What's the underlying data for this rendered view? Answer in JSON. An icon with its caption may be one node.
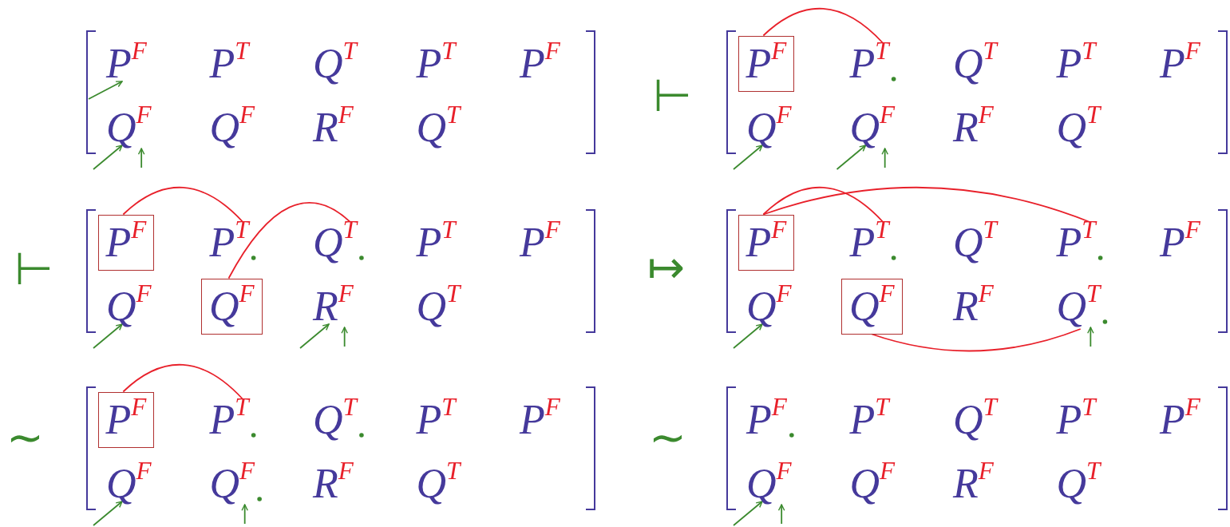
{
  "diagram": {
    "nodes": [
      {
        "text": [],
        "shape": "bracket"
      },
      {
        "text": [
          "P$^{F}$"
        ],
        "in": 0
      },
      {
        "text": [
          "P$^{T}$"
        ],
        "in": 0
      },
      {
        "text": [
          "Q$^{T}$"
        ],
        "in": 0
      },
      {
        "text": [
          "P$^{T}$"
        ],
        "in": 0
      },
      {
        "text": [
          "P$^{F}$"
        ],
        "in": 0
      },
      {
        "text": [
          "Q$^{F}$"
        ],
        "in": 0
      },
      {
        "text": [
          "Q$^{F}$"
        ],
        "in": 0
      },
      {
        "text": [
          "R$^{F}$"
        ],
        "in": 0
      },
      {
        "text": [
          "Q$^{T}$"
        ],
        "in": 0
      },
      {
        "text": [],
        "shape": "bracket"
      },
      {
        "text": [],
        "shape": "box",
        "in": 10
      },
      {
        "text": [
          "P$^{F}$"
        ],
        "in": 11
      },
      {
        "text": [
          "P$^{T}$"
        ],
        "in": 10
      },
      {
        "text": [
          "Q$^{T}$"
        ],
        "in": 10
      },
      {
        "text": [
          "P$^{T}$"
        ],
        "in": 10
      },
      {
        "text": [
          "P$^{F}$"
        ],
        "in": 10
      },
      {
        "text": [
          "Q$^{F}$"
        ],
        "in": 10
      },
      {
        "text": [
          "Q$^{F}$"
        ],
        "in": 10
      },
      {
        "text": [
          "R$^{F}$"
        ],
        "in": 10
      },
      {
        "text": [
          "Q$^{T}$"
        ],
        "in": 10
      },
      {
        "text": [],
        "shape": "bracket"
      },
      {
        "text": [],
        "shape": "box",
        "in": 21
      },
      {
        "text": [
          "P$^{F}$"
        ],
        "in": 22
      },
      {
        "text": [
          "P$^{T}$"
        ],
        "in": 21
      },
      {
        "text": [
          "Q$^{T}$"
        ],
        "in": 21
      },
      {
        "text": [
          "P$^{T}$"
        ],
        "in": 21
      },
      {
        "text": [
          "P$^{F}$"
        ],
        "in": 21
      },
      {
        "text": [
          "Q$^{F}$"
        ],
        "in": 21
      },
      {
        "text": [],
        "shape": "box",
        "in": 21
      },
      {
        "text": [
          "Q$^{F}$"
        ],
        "in": 29
      },
      {
        "text": [
          "R$^{F}$"
        ],
        "in": 21
      },
      {
        "text": [
          "Q$^{T}$"
        ],
        "in": 21
      },
      {
        "text": [],
        "shape": "bracket"
      },
      {
        "text": [],
        "shape": "box",
        "in": 33
      },
      {
        "text": [
          "P$^{F}$"
        ],
        "in": 34
      },
      {
        "text": [
          "P$^{T}$"
        ],
        "in": 33
      },
      {
        "text": [
          "Q$^{T}$"
        ],
        "in": 33
      },
      {
        "text": [
          "P$^{T}$"
        ],
        "in": 33
      },
      {
        "text": [
          "P$^{F}$"
        ],
        "in": 33
      },
      {
        "text": [
          "Q$^{F}$"
        ],
        "in": 33
      },
      {
        "text": [],
        "shape": "box",
        "in": 33
      },
      {
        "text": [
          "Q$^{F}$"
        ],
        "in": 41
      },
      {
        "text": [
          "R$^{F}$"
        ],
        "in": 33
      },
      {
        "text": [
          "Q$^{T}$"
        ],
        "in": 33
      },
      {
        "text": [],
        "shape": "bracket"
      },
      {
        "text": [],
        "shape": "box",
        "in": 45
      },
      {
        "text": [
          "P$^{F}$"
        ],
        "in": 46
      },
      {
        "text": [
          "P$^{T}$"
        ],
        "in": 45
      },
      {
        "text": [
          "Q$^{T}$"
        ],
        "in": 45
      },
      {
        "text": [
          "P$^{T}$"
        ],
        "in": 45
      },
      {
        "text": [
          "P$^{F}$"
        ],
        "in": 45
      },
      {
        "text": [
          "Q$^{F}$"
        ],
        "in": 45
      },
      {
        "text": [
          "Q$^{F}$"
        ],
        "in": 45
      },
      {
        "text": [
          "R$^{F}$"
        ],
        "in": 45
      },
      {
        "text": [
          "Q$^{T}$"
        ],
        "in": 45
      },
      {
        "text": [],
        "shape": "bracket"
      },
      {
        "text": [
          "P$^{F}$"
        ],
        "in": 56
      },
      {
        "text": [
          "P$^{T}$"
        ],
        "in": 56
      },
      {
        "text": [
          "Q$^{T}$"
        ],
        "in": 56
      },
      {
        "text": [
          "P$^{T}$"
        ],
        "in": 56
      },
      {
        "text": [
          "P$^{F}$"
        ],
        "in": 56
      },
      {
        "text": [
          "Q$^{F}$"
        ],
        "in": 56
      },
      {
        "text": [
          "Q$^{F}$"
        ],
        "in": 56
      },
      {
        "text": [
          "R$^{F}$"
        ],
        "in": 56
      },
      {
        "text": [
          "Q$^{T}$"
        ],
        "in": 56
      }
    ],
    "edges": [
      {
        "from": null,
        "to": 1,
        "arrow": "to"
      },
      {
        "from": null,
        "to": 6,
        "arrow": "to"
      },
      {
        "from": null,
        "to": 6,
        "arrow": "to"
      },
      {
        "from": 11,
        "to": 13,
        "arrow": "none",
        "color": "#e8202a"
      },
      {
        "from": null,
        "to": 17,
        "arrow": "to"
      },
      {
        "from": null,
        "to": 18,
        "arrow": "to"
      },
      {
        "from": null,
        "to": 18,
        "arrow": "to"
      },
      {
        "from": 22,
        "to": 24,
        "arrow": "none",
        "color": "#e8202a"
      },
      {
        "from": 29,
        "to": 25,
        "arrow": "none",
        "color": "#e8202a"
      },
      {
        "from": null,
        "to": 28,
        "arrow": "to"
      },
      {
        "from": null,
        "to": 31,
        "arrow": "to"
      },
      {
        "from": null,
        "to": 31,
        "arrow": "to"
      },
      {
        "from": 34,
        "to": 36,
        "arrow": "none",
        "color": "#e8202a"
      },
      {
        "from": 34,
        "to": 38,
        "arrow": "none",
        "color": "#e8202a"
      },
      {
        "from": 41,
        "to": 44,
        "arrow": "none",
        "color": "#e8202a"
      },
      {
        "from": null,
        "to": 40,
        "arrow": "to"
      },
      {
        "from": null,
        "to": 44,
        "arrow": "to"
      },
      {
        "from": 46,
        "to": 48,
        "arrow": "none",
        "color": "#e8202a"
      },
      {
        "from": null,
        "to": 52,
        "arrow": "to"
      },
      {
        "from": null,
        "to": 53,
        "arrow": "to"
      },
      {
        "from": null,
        "to": 62,
        "arrow": "to"
      },
      {
        "from": null,
        "to": 62,
        "arrow": "to"
      }
    ],
    "labels": [
      "⊢",
      "⊢",
      "↦",
      "∼",
      "∼"
    ]
  }
}
